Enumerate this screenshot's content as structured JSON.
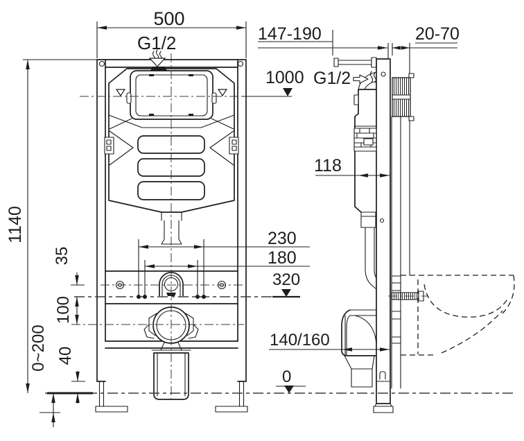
{
  "colors": {
    "background": "#ffffff",
    "line": "#1c1c1c"
  },
  "front_view": {
    "width_top": "500",
    "water_inlet": "G1/2",
    "overall_height": "1140",
    "fixing_span_outer": "230",
    "fixing_span_inner": "180",
    "inlet_offset": "35",
    "inlet_to_drain": "100",
    "foot_height": "40",
    "leg_adjustment": "0~200"
  },
  "side_view": {
    "wall_bracket_range": "147-190",
    "wall_clearance": "20-70",
    "water_level_height": "1000",
    "water_inlet": "G1/2",
    "cistern_depth": "118",
    "stud_level": "320",
    "drain_outlet_depth": "140/160",
    "floor_level": "0"
  }
}
